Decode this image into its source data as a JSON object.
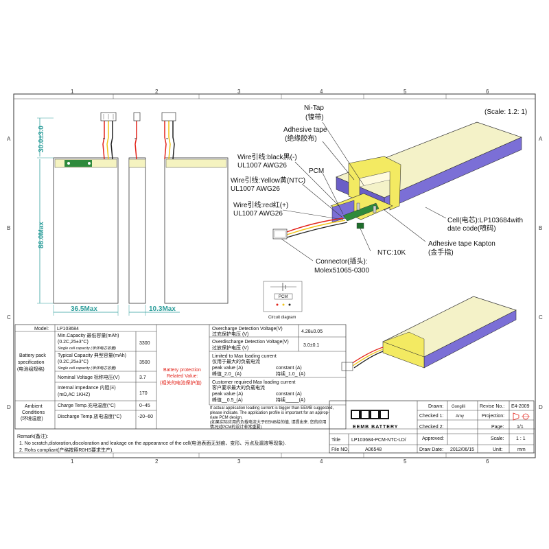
{
  "grid": {
    "cols": [
      "1",
      "2",
      "3",
      "4",
      "5",
      "6"
    ],
    "rows": [
      "A",
      "B",
      "C",
      "D"
    ]
  },
  "scale": "(Scale: 1.2: 1)",
  "dims": {
    "height_tab": "30.0±3.0",
    "height_body": "86.0Max",
    "width": "36.5Max",
    "thickness": "10.3Max"
  },
  "callouts": {
    "ni_tap": "Ni-Tap",
    "ni_tap_cn": "(镍带)",
    "adhesive": "Adhesive tape",
    "adhesive_cn": "(绝缘胶布)",
    "wire_black": "Wire引线:black黑(-)",
    "wire_black_awg": "UL1007 AWG26",
    "pcm": "PCM",
    "wire_yellow": "Wire引线:Yellow黄(NTC)",
    "wire_yellow_awg": "UL1007 AWG26",
    "wire_red": "Wire引线:red红(+)",
    "wire_red_awg": "UL1007 AWG26",
    "cell": "Cell(电芯):LP103684with",
    "cell2": "date code(喷码)",
    "kapton": "Adhesive tape Kapton",
    "kapton_cn": "(金手指)",
    "ntc": "NTC:10K",
    "connector": "Connector(插头):",
    "connector2": "Molex51065-0300"
  },
  "circuit": {
    "pcm": "PCM",
    "label": "Circuit diagram"
  },
  "spec": {
    "model_label": "Model:",
    "model_value": "LP103684",
    "pack_label1": "Battery pack",
    "pack_label2": "specification",
    "pack_label3": "(电池组规格)",
    "min_cap1": "Min.Capacity 最低容量(mAh)",
    "min_cap2": "(0.2C,25±3°C)",
    "min_cap3": "Single cell capacity (单体电芯容量)",
    "min_cap_val": "3300",
    "typ_cap1": "Typical Capacity 典型容量(mAh)",
    "typ_cap2": "(0.2C,25±3°C)",
    "typ_cap3": "Single cell capacity (单体电芯容量)",
    "typ_cap_val": "3500",
    "nom_v": "Nominal Voltage  标称电压(V)",
    "nom_v_val": "3.7",
    "imp1": "Internal impedance 内阻(Ξ)",
    "imp2": "(mΩ,AC 1KHZ)",
    "imp_val": "170",
    "ambient1": "Ambient",
    "ambient2": "Conditions",
    "ambient3": "(环境温度)",
    "charge_t": "Charge Temp.充电温度(°C)",
    "charge_t_val": "0~45",
    "discharge_t": "Discharge Temp.放电温度(°C)",
    "discharge_t_val": "-20~60",
    "protect1": "Battery protection",
    "protect2": "Related Value:",
    "protect3": "(相关的电池保护值)",
    "ovc1": "Overcharge Detection Voltage(V)",
    "ovc2": "过充保护电压 (V)",
    "ovc_val": "4.28±0.05",
    "ovd1": "Overdischarge Detection Voltage(V)",
    "ovd2": "过放保护电压 (V)",
    "ovd_val": "3.0±0.1",
    "lim1": "Limited to Max loading current",
    "lim2": "仅用于最大的负载电流",
    "lim3": "peak value      (A)",
    "lim4": "constant    (A)",
    "lim5": "峰值_2.0_ (A)",
    "lim6": "持续_1.0_ (A)",
    "cust1": "Customer required Max loading  current",
    "cust2": "客户要求最大的负载电流",
    "cust3": "peak value      (A)",
    "cust4": "constant    (A)",
    "cust5": "峰值__0.5_(A)",
    "cust6": "持续_____(A)",
    "note1": "If actual application loading current is bigger than EEMB suggested,",
    "note2": "please indicate. The application profile is important for an approp-",
    "note3": "riate PCM design.",
    "note4": "(如果实际应用的负载电流大于EEMB给的值, 请提出来. 您的应用",
    "note5": "情况对PCM的设计非常重要)"
  },
  "remark": {
    "title": "Remark(备注):",
    "r1": "1. No scratch,distoration,discoloration and    leakage on the appearance of the cell(电池表面无划痕、变形、污点及漏液等现象).",
    "r2": "2. Rohs compliant(产格按照R0HS要求生产)."
  },
  "title_block": {
    "brand": "EEMB BATTERY",
    "drawn_label": "Drawn:",
    "drawn": "Gonglili",
    "checked1_label": "Checked 1:",
    "checked1": "Amy",
    "checked2_label": "Checked 2:",
    "approved_label": "Approved:",
    "revise_label": "Revise No.:",
    "revise": "E4-2009",
    "projection_label": "Projection:",
    "page_label": "Page:",
    "page": "1/1",
    "scale_label": "Scale:",
    "scale": "1 : 1",
    "unit_label": "Unit:",
    "unit": "mm",
    "title_label": "Title",
    "title": "LP103684-PCM-NTC-LD/",
    "file_label": "File NO.",
    "file": "A06548",
    "date_label": "Draw Date:",
    "date": "2012/06/15"
  },
  "colors": {
    "cell_purple": "#7b6fd6",
    "cell_top": "#f4f2c8",
    "kapton": "#f3ea62",
    "pcm_green": "#2f8a3c",
    "wire_red": "#e2231a",
    "wire_yellow": "#f0c419",
    "wire_black": "#222222",
    "dim_teal": "#2e9e9b"
  }
}
